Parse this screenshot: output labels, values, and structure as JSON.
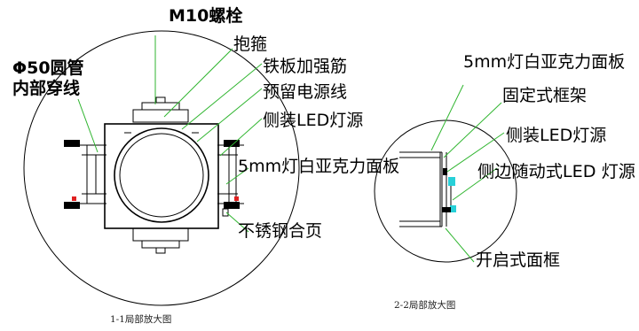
{
  "labels": {
    "bolt": "M10螺栓",
    "tube_line1": "Φ50圆管",
    "tube_line2": "内部穿线",
    "clamp": "抱箍",
    "rib": "铁板加强筋",
    "wire": "预留电源线",
    "led_side": "侧装LED灯源",
    "acrylic": "5mm灯白亚克力面板",
    "hinge": "不锈钢合页",
    "r_acrylic": "5mm灯白亚克力面板",
    "r_frame": "固定式框架",
    "r_led_side": "侧装LED灯源",
    "r_led_follow": "侧边随动式LED 灯源",
    "r_open_frame": "开启式面框"
  },
  "captions": {
    "left": "1-1局部放大图",
    "right": "2-2局部放大图"
  },
  "colors": {
    "leader": "#2fb52f",
    "cyan_part": "#28d0d8",
    "red_part": "#e02020"
  }
}
